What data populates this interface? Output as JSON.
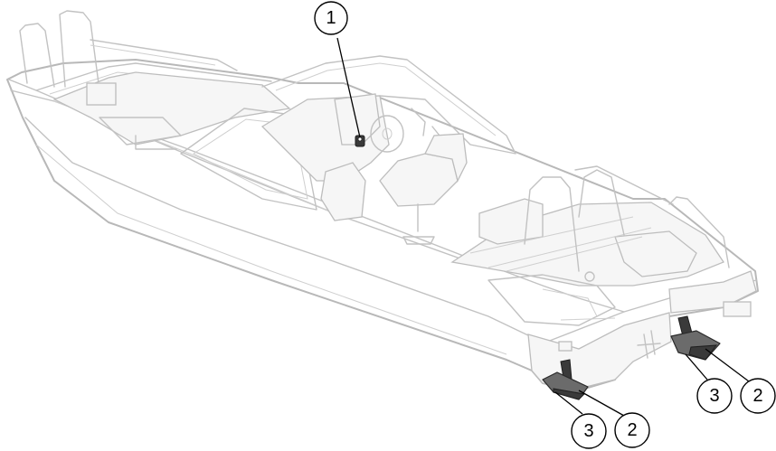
{
  "callouts": [
    {
      "id": "c1",
      "number": "1"
    },
    {
      "id": "c2a",
      "number": "2"
    },
    {
      "id": "c3a",
      "number": "3"
    },
    {
      "id": "c2b",
      "number": "2"
    },
    {
      "id": "c3b",
      "number": "3"
    }
  ],
  "colors": {
    "line_art": "#b8b8b8",
    "highlight_part": "#3a3a3a",
    "callout": "#000000"
  },
  "icons": {
    "boat": "boat-outline-drawing",
    "trim_tab": "trim-tab-actuator",
    "control_switch": "trim-tab-switch"
  }
}
